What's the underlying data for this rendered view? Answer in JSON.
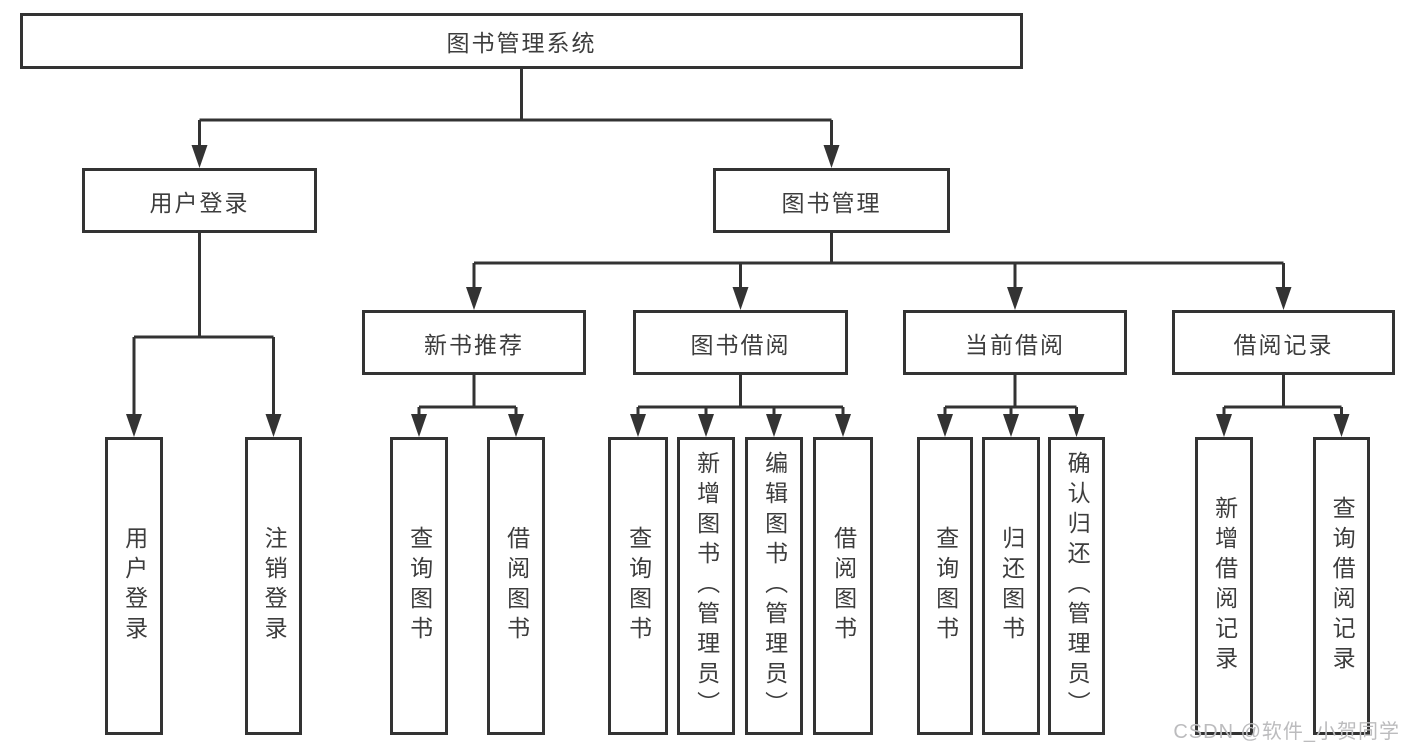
{
  "diagram": {
    "title": "图书管理系统",
    "branches": [
      {
        "label": "用户登录",
        "children": [
          {
            "label": "用户登录"
          },
          {
            "label": "注销登录"
          }
        ]
      },
      {
        "label": "图书管理",
        "children": [
          {
            "label": "新书推荐",
            "children": [
              {
                "label": "查询图书"
              },
              {
                "label": "借阅图书"
              }
            ]
          },
          {
            "label": "图书借阅",
            "children": [
              {
                "label": "查询图书"
              },
              {
                "label": "新增图书（管理员）"
              },
              {
                "label": "编辑图书（管理员）"
              },
              {
                "label": "借阅图书"
              }
            ]
          },
          {
            "label": "当前借阅",
            "children": [
              {
                "label": "查询图书"
              },
              {
                "label": "归还图书"
              },
              {
                "label": "确认归还（管理员）"
              }
            ]
          },
          {
            "label": "借阅记录",
            "children": [
              {
                "label": "新增借阅记录"
              },
              {
                "label": "查询借阅记录"
              }
            ]
          }
        ]
      }
    ]
  },
  "watermark": {
    "text": "CSDN @软件_小贺同学"
  },
  "colors": {
    "line": "#333333",
    "box_border": "#333333",
    "text": "#3d3d3d",
    "watermark": "#bcbcbe",
    "background": "#ffffff"
  }
}
